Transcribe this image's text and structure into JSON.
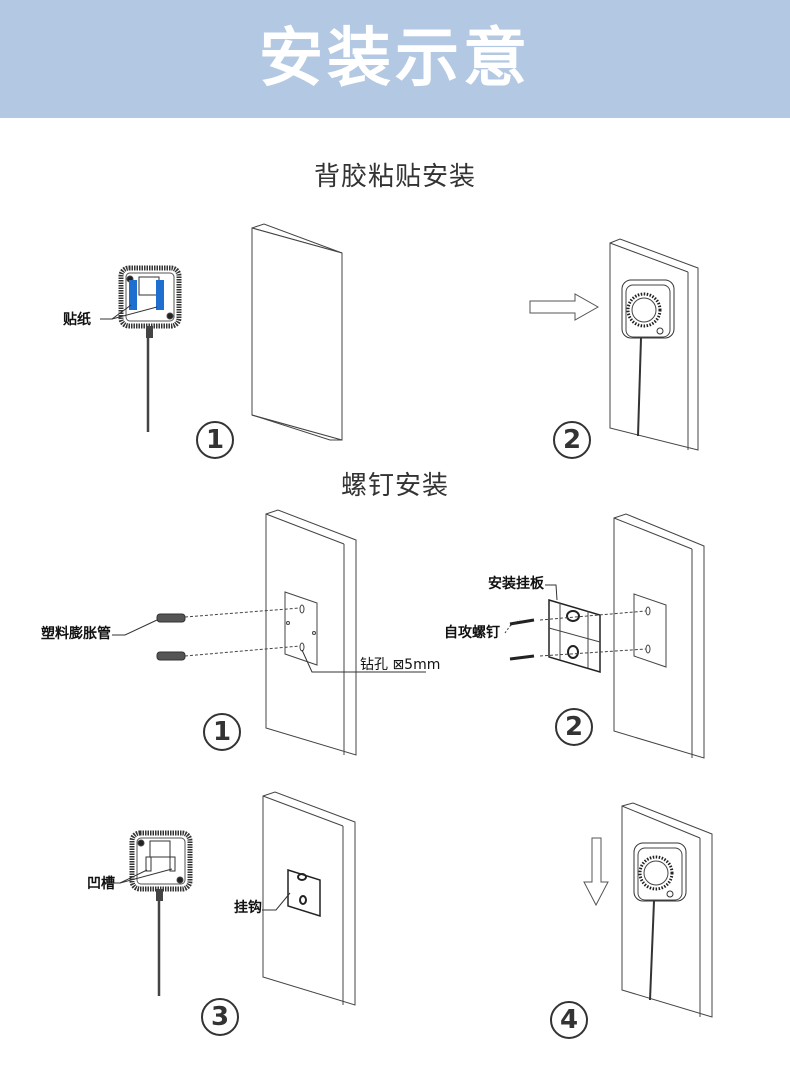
{
  "header": {
    "title": "安装示意",
    "background": "#b3c8e2"
  },
  "sections": [
    {
      "title": "背胶粘贴安装",
      "steps": [
        {
          "number": "1",
          "labels": [
            "贴纸"
          ]
        },
        {
          "number": "2",
          "labels": []
        }
      ]
    },
    {
      "title": "螺钉安装",
      "steps": [
        {
          "number": "1",
          "labels": [
            "塑料膨胀管",
            "钻孔 ⊠5mm"
          ]
        },
        {
          "number": "2",
          "labels": [
            "安装挂板",
            "自攻螺钉"
          ]
        },
        {
          "number": "3",
          "labels": [
            "凹槽",
            "挂钩"
          ]
        },
        {
          "number": "4",
          "labels": []
        }
      ]
    }
  ],
  "colors": {
    "sticker": "#1f6fd1",
    "line": "#444444"
  },
  "icons": {
    "arrow_right": "arrow-right-icon",
    "arrow_down": "arrow-down-icon"
  }
}
